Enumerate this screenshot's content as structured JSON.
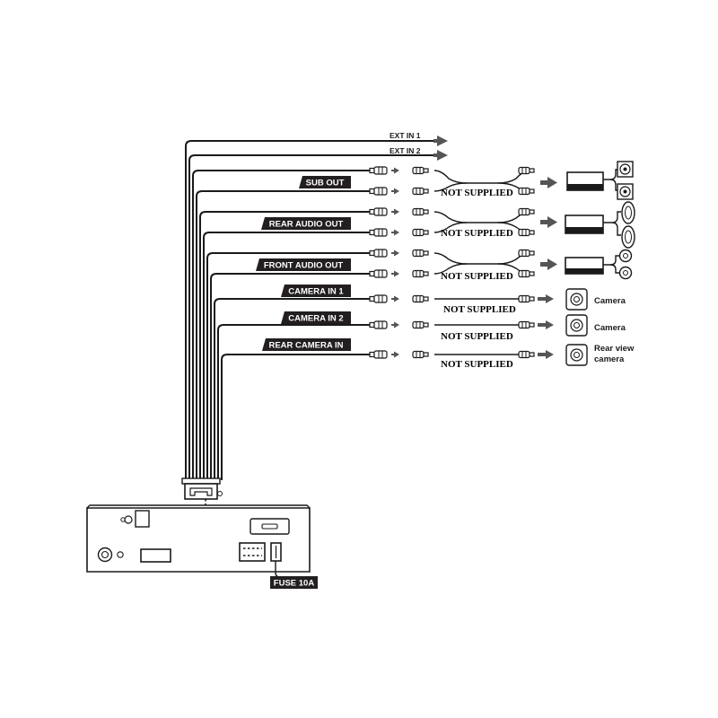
{
  "inputs": [
    {
      "label": "EXT IN 1"
    },
    {
      "label": "EXT IN 2"
    }
  ],
  "tags": {
    "sub_out": "SUB OUT",
    "rear_audio_out": "REAR AUDIO OUT",
    "front_audio_out": "FRONT AUDIO OUT",
    "camera_in_1": "CAMERA IN 1",
    "camera_in_2": "CAMERA IN 2",
    "rear_camera_in": "REAR CAMERA IN"
  },
  "not_supplied": [
    "NOT SUPPLIED",
    "NOT SUPPLIED",
    "NOT SUPPLIED",
    "NOT SUPPLIED",
    "NOT SUPPLIED",
    "NOT SUPPLIED"
  ],
  "devices": {
    "camera_1": "Camera",
    "camera_2": "Camera",
    "rear_view_line1": "Rear view",
    "rear_view_line2": "camera"
  },
  "fuse_label": "FUSE 10A",
  "colors": {
    "wire": "#1a1a1a",
    "tag_background": "#231f20",
    "arrow": "#555555"
  }
}
